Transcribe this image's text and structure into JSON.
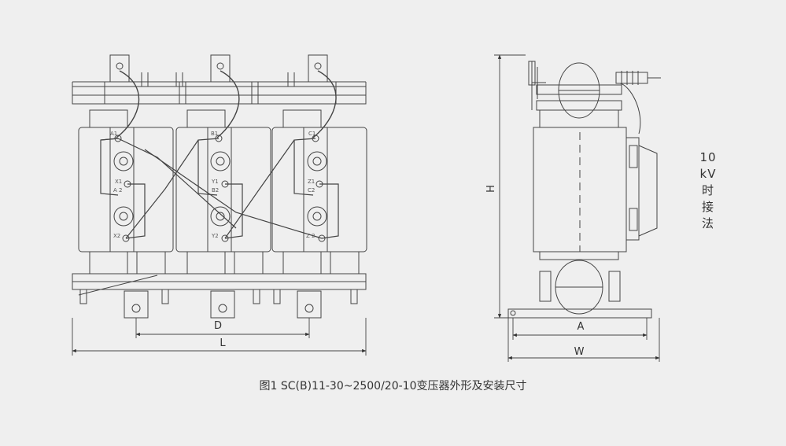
{
  "front_view": {
    "terminals_top": [
      "A1",
      "B1",
      "C1"
    ],
    "terminals_mid": [
      "X1",
      "Y1",
      "Z1"
    ],
    "terminals_mid2": [
      "A 2",
      "B2",
      "C2"
    ],
    "terminals_bottom": [
      "X2",
      "Y2",
      "Z 2"
    ],
    "dim_d": "D",
    "dim_l": "L"
  },
  "side_view": {
    "dim_h": "H",
    "dim_a": "A",
    "dim_w": "W"
  },
  "side_note": [
    "10",
    "kV",
    "时",
    "接",
    "法"
  ],
  "caption": "图1 SC(B)11-30~2500/20-10变压器外形及安装尺寸"
}
